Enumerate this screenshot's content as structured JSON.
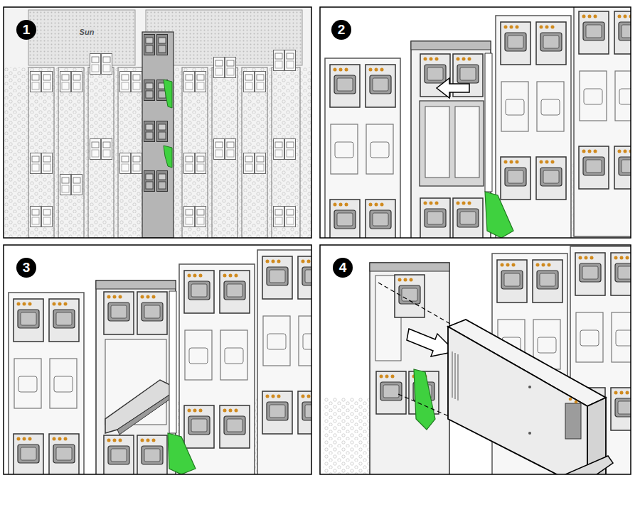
{
  "diagram": {
    "labels": [
      "1",
      "Sun",
      "2",
      "3",
      "4"
    ]
  }
}
